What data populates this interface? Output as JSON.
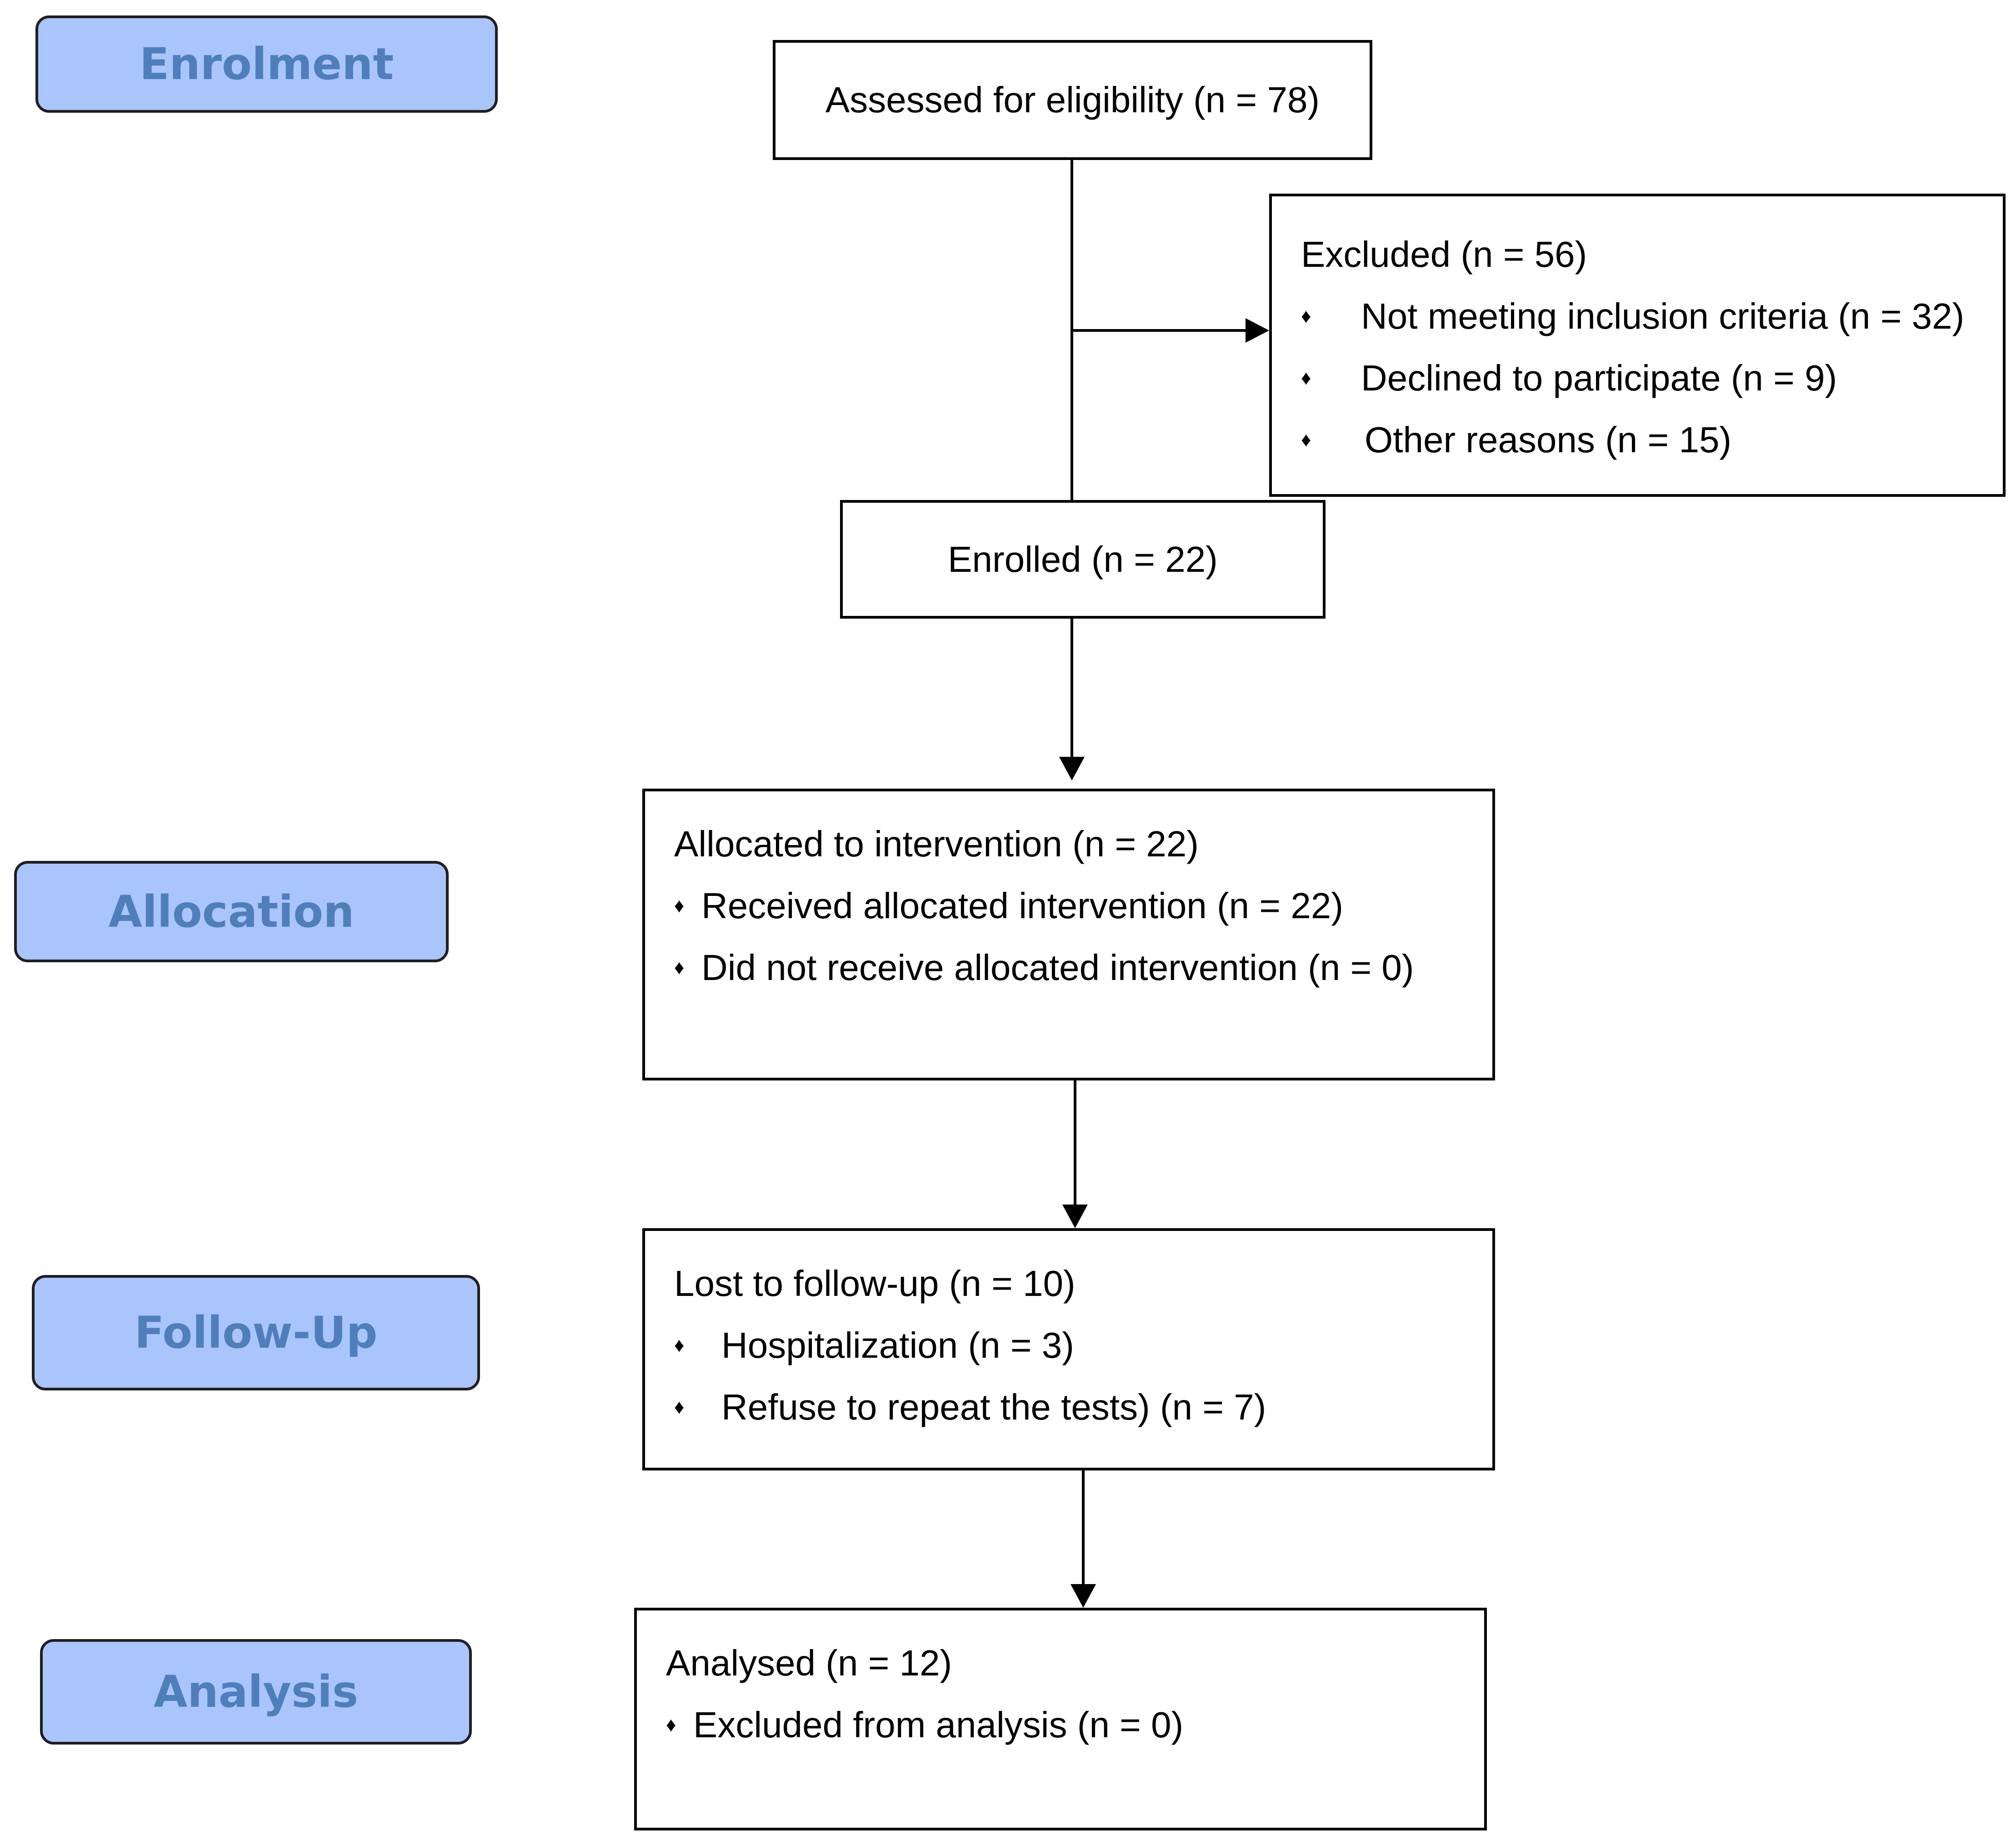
{
  "bullet_glyph": "♦",
  "stages": {
    "enrolment": "Enrolment",
    "allocation": "Allocation",
    "follow_up": "Follow-Up",
    "analysis": "Analysis"
  },
  "assessed": {
    "text": "Assessed for eligibility (n = 78)"
  },
  "excluded": {
    "title": "Excluded (n = 56)",
    "items": [
      "Not meeting inclusion criteria (n = 32)",
      "Declined to participate (n = 9)",
      "Other reasons (n = 15)"
    ]
  },
  "enrolled": {
    "text": "Enrolled (n = 22)"
  },
  "allocated": {
    "title": "Allocated to intervention (n = 22)",
    "items": [
      "Received allocated intervention (n = 22)",
      "Did not receive allocated intervention (n = 0)"
    ]
  },
  "lost": {
    "title": "Lost to follow-up (n = 10)",
    "items": [
      "Hospitalization (n = 3)",
      "Refuse to repeat the tests) (n = 7)"
    ]
  },
  "analysed": {
    "title": "Analysed (n = 12)",
    "items": [
      "Excluded from analysis (n = 0)"
    ]
  }
}
